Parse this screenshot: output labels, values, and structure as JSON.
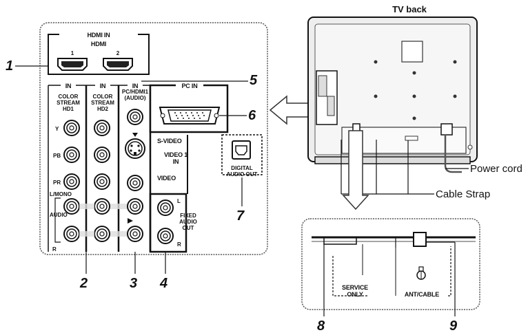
{
  "title": "TV back",
  "hdmi": {
    "header": "HDMI IN",
    "logo": "HDMI",
    "port1": "1",
    "port2": "2"
  },
  "inputs": {
    "in1": "IN",
    "in2": "IN",
    "in3": "IN",
    "color_stream_hd1": [
      "COLOR",
      "STREAM",
      "HD1"
    ],
    "color_stream_hd2": [
      "COLOR",
      "STREAM",
      "HD2"
    ],
    "pc_hdmi_audio": [
      "PC/HDMI1",
      "(AUDIO)"
    ],
    "pc_in": "PC IN",
    "y": "Y",
    "pb": "PB",
    "pr": "PR",
    "l_mono": "L/MONO",
    "audio": "AUDIO",
    "r": "R",
    "s_video": "S-VIDEO",
    "video1_in": [
      "VIDEO 1",
      "IN"
    ],
    "video": "VIDEO",
    "fixed_audio_out": [
      "FIXED",
      "AUDIO",
      "OUT"
    ],
    "l": "L",
    "r2": "R",
    "digital_audio_out": [
      "DIGITAL",
      "AUDIO OUT"
    ]
  },
  "labels": {
    "power_cord": "Power cord",
    "cable_strap": "Cable Strap"
  },
  "bottom": {
    "service_only": [
      "SERVICE",
      "ONLY"
    ],
    "ant_cable": "ANT/CABLE"
  },
  "numbers": [
    "1",
    "2",
    "3",
    "4",
    "5",
    "6",
    "7",
    "8",
    "9"
  ]
}
